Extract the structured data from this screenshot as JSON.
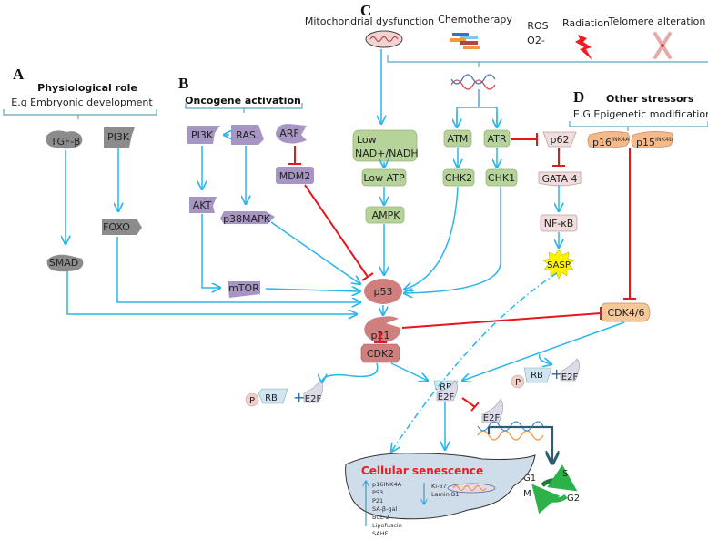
{
  "colors": {
    "activation": "#29b6ea",
    "inhibition": "#e8161b",
    "panelA": "#8c8c8c",
    "panelB": "#a796c4",
    "panelC": "#b6d39a",
    "p62_group": "#f1dcdc",
    "panelD": "#f5b98a",
    "core": "#d07f7f",
    "rb": "#cfe6f2",
    "e2f": "#dcdbe9",
    "senescence_fill": "#cfdcea",
    "senescence_title": "#ee1c24"
  },
  "panels": {
    "A": {
      "letter": "A",
      "title": "Physiological role",
      "subtitle": "E.g Embryonic development"
    },
    "B": {
      "letter": "B",
      "title": "Oncogene activation"
    },
    "C": {
      "letter": "C",
      "stressors": [
        "Mitochondrial dysfunction",
        "Chemotherapy",
        "ROS",
        "O2-",
        "Radiation",
        "Telomere alteration"
      ]
    },
    "D": {
      "letter": "D",
      "title": "Other stressors",
      "subtitle": "E.G Epigenetic modification"
    }
  },
  "nodes": {
    "tgfb": "TGF-β",
    "pi3k_a": "PI3K",
    "smad": "SMAD",
    "foxo": "FOXO",
    "pi3k_b": "PI3K",
    "ras": "RAS",
    "arf": "ARF",
    "mdm2": "MDM2",
    "akt": "AKT",
    "p38mapk": "p38MAPK",
    "mtor": "mTOR",
    "low_nad_1": "Low",
    "low_nad_2": "NAD+/NADH",
    "low_atp": "Low ATP",
    "ampk": "AMPK",
    "atm": "ATM",
    "atr": "ATR",
    "chk2": "CHK2",
    "chk1": "CHK1",
    "p62": "p62",
    "gata4": "GATA 4",
    "nfkb": "NF-κB",
    "sasp": "SASP",
    "p16": "p16",
    "p16_sup": "INK4A",
    "p15": "p15",
    "p15_sup": "INK4b",
    "p53": "p53",
    "p21": "p21",
    "cdk2": "CDK2",
    "cdk46": "CDK4/6",
    "rb": "RB",
    "e2f": "E2F",
    "p": "P",
    "plus": "+"
  },
  "cell_cycle": {
    "phases": [
      "G1",
      "S",
      "G2",
      "M"
    ]
  },
  "senescence": {
    "title": "Cellular senescence",
    "up_markers": [
      "p16INK4A",
      "P53",
      "P21",
      "SA-β-gal",
      "BCL-2",
      "Lipofuscin",
      "SAHF"
    ],
    "down_markers": [
      "Ki-67",
      "Lamin B1"
    ]
  },
  "edges": [
    {
      "from": "TGF-β",
      "to": "SMAD",
      "type": "activation"
    },
    {
      "from": "PI3K",
      "to": "FOXO",
      "type": "activation"
    },
    {
      "from": "SMAD",
      "to": "p21",
      "type": "activation"
    },
    {
      "from": "FOXO",
      "to": "p21",
      "type": "activation"
    },
    {
      "from": "RAS",
      "to": "PI3K",
      "type": "activation"
    },
    {
      "from": "RAS",
      "to": "p38MAPK",
      "type": "activation"
    },
    {
      "from": "PI3K",
      "to": "AKT",
      "type": "activation"
    },
    {
      "from": "AKT",
      "to": "mTOR",
      "type": "activation"
    },
    {
      "from": "ARF",
      "to": "MDM2",
      "type": "inhibition"
    },
    {
      "from": "MDM2",
      "to": "p53",
      "type": "inhibition"
    },
    {
      "from": "p38MAPK",
      "to": "p53",
      "type": "activation"
    },
    {
      "from": "mTOR",
      "to": "p53",
      "type": "activation"
    },
    {
      "from": "Mitochondrial dysfunction",
      "to": "Low NAD+/NADH",
      "type": "activation"
    },
    {
      "from": "Low NAD+/NADH",
      "to": "Low ATP",
      "type": "activation"
    },
    {
      "from": "Low ATP",
      "to": "AMPK",
      "type": "activation"
    },
    {
      "from": "AMPK",
      "to": "p53",
      "type": "activation"
    },
    {
      "from": "DNA damage",
      "to": "ATM",
      "type": "activation"
    },
    {
      "from": "DNA damage",
      "to": "ATR",
      "type": "activation"
    },
    {
      "from": "ATM",
      "to": "CHK2",
      "type": "activation"
    },
    {
      "from": "ATR",
      "to": "CHK1",
      "type": "activation"
    },
    {
      "from": "CHK2",
      "to": "p53",
      "type": "activation"
    },
    {
      "from": "CHK1",
      "to": "p53",
      "type": "activation"
    },
    {
      "from": "ATR",
      "to": "p62",
      "type": "inhibition"
    },
    {
      "from": "p62",
      "to": "GATA 4",
      "type": "inhibition"
    },
    {
      "from": "GATA 4",
      "to": "NF-κB",
      "type": "activation"
    },
    {
      "from": "NF-κB",
      "to": "SASP",
      "type": "activation"
    },
    {
      "from": "SASP",
      "to": "Cellular senescence",
      "type": "indirect"
    },
    {
      "from": "p16/p15",
      "to": "CDK4/6",
      "type": "inhibition"
    },
    {
      "from": "p53",
      "to": "p21",
      "type": "activation"
    },
    {
      "from": "p21",
      "to": "CDK4/6",
      "type": "inhibition"
    },
    {
      "from": "p21",
      "to": "CDK2",
      "type": "inhibition"
    },
    {
      "from": "CDK2",
      "to": "RB/E2F",
      "type": "activation"
    },
    {
      "from": "CDK4/6",
      "to": "RB/E2F",
      "type": "activation"
    },
    {
      "from": "RB/E2F",
      "to": "E2F",
      "type": "inhibition"
    },
    {
      "from": "RB/E2F",
      "to": "Cellular senescence",
      "type": "activation"
    }
  ]
}
